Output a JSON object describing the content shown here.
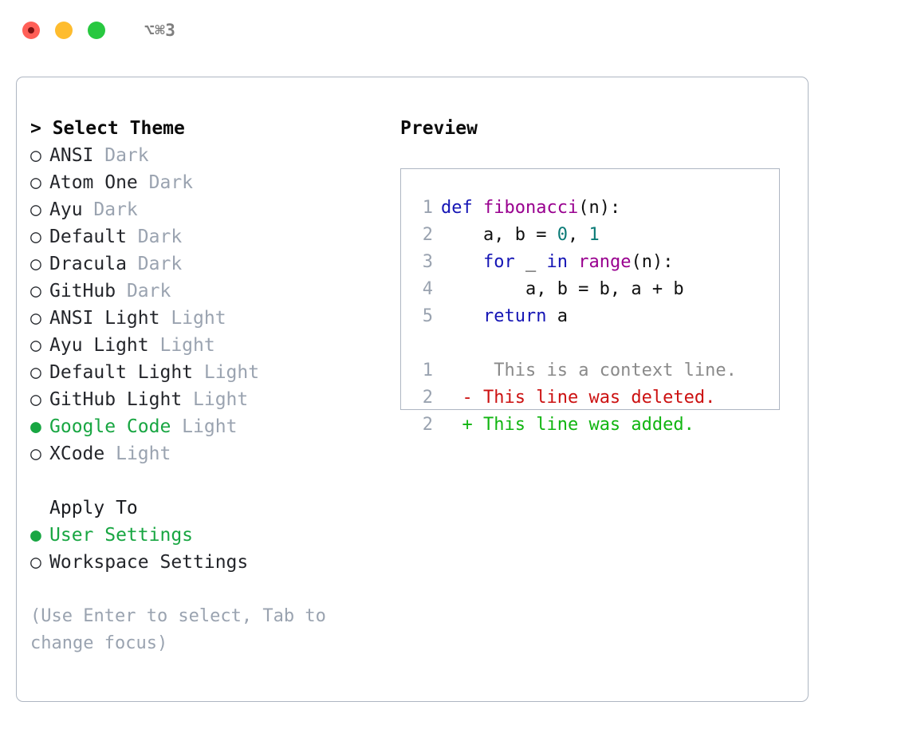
{
  "titlebar": {
    "shortcut": "⌥⌘3",
    "lights": [
      "close-red",
      "minimize-yellow",
      "maximize-green"
    ]
  },
  "theme_picker": {
    "header": "> Select Theme",
    "header_prefix": ">",
    "header_text": "Select Theme",
    "marker_selected": "●",
    "marker_unselected": "○",
    "items": [
      {
        "marker": "○",
        "name": "ANSI",
        "variant": "Dark",
        "selected": false
      },
      {
        "marker": "○",
        "name": "Atom One",
        "variant": "Dark",
        "selected": false
      },
      {
        "marker": "○",
        "name": "Ayu",
        "variant": "Dark",
        "selected": false
      },
      {
        "marker": "○",
        "name": "Default",
        "variant": "Dark",
        "selected": false
      },
      {
        "marker": "○",
        "name": "Dracula",
        "variant": "Dark",
        "selected": false
      },
      {
        "marker": "○",
        "name": "GitHub",
        "variant": "Dark",
        "selected": false
      },
      {
        "marker": "○",
        "name": "ANSI Light",
        "variant": "Light",
        "selected": false
      },
      {
        "marker": "○",
        "name": "Ayu Light",
        "variant": "Light",
        "selected": false
      },
      {
        "marker": "○",
        "name": "Default Light",
        "variant": "Light",
        "selected": false
      },
      {
        "marker": "○",
        "name": "GitHub Light",
        "variant": "Light",
        "selected": false
      },
      {
        "marker": "●",
        "name": "Google Code",
        "variant": "Light",
        "selected": true
      },
      {
        "marker": "○",
        "name": "XCode",
        "variant": "Light",
        "selected": false
      }
    ]
  },
  "apply_to": {
    "header": "Apply To",
    "items": [
      {
        "marker": "●",
        "name": "User Settings",
        "selected": true
      },
      {
        "marker": "○",
        "name": "Workspace Settings",
        "selected": false
      }
    ]
  },
  "hint": "(Use Enter to select, Tab to change focus)",
  "preview": {
    "title": "Preview",
    "code_lines": [
      {
        "n": "1",
        "tokens": [
          {
            "t": "def ",
            "c": "kw"
          },
          {
            "t": "fibonacci",
            "c": "fn"
          },
          {
            "t": "(n):",
            "c": "pl"
          }
        ]
      },
      {
        "n": "2",
        "tokens": [
          {
            "t": "    a, b = ",
            "c": "pl"
          },
          {
            "t": "0",
            "c": "num"
          },
          {
            "t": ", ",
            "c": "pl"
          },
          {
            "t": "1",
            "c": "num"
          }
        ]
      },
      {
        "n": "3",
        "tokens": [
          {
            "t": "    ",
            "c": "pl"
          },
          {
            "t": "for",
            "c": "kw"
          },
          {
            "t": " _ ",
            "c": "pl"
          },
          {
            "t": "in",
            "c": "kw"
          },
          {
            "t": " ",
            "c": "pl"
          },
          {
            "t": "range",
            "c": "fn"
          },
          {
            "t": "(n):",
            "c": "pl"
          }
        ]
      },
      {
        "n": "4",
        "tokens": [
          {
            "t": "        a, b = b, a + b",
            "c": "pl"
          }
        ]
      },
      {
        "n": "5",
        "tokens": [
          {
            "t": "    ",
            "c": "pl"
          },
          {
            "t": "return",
            "c": "kw"
          },
          {
            "t": " a",
            "c": "pl"
          }
        ]
      }
    ],
    "diff_lines": [
      {
        "n": "1",
        "sign": " ",
        "text": "  This is a context line.",
        "kind": "ctx"
      },
      {
        "n": "2",
        "sign": "-",
        "text": " This line was deleted.",
        "kind": "del"
      },
      {
        "n": "2",
        "sign": "+",
        "text": " This line was added.",
        "kind": "add"
      }
    ]
  },
  "colors": {
    "accent_green": "#18a642",
    "muted_gray": "#9aa3b0",
    "border": "#aeb6c2",
    "keyword_blue": "#1515b5",
    "function_magenta": "#99008f",
    "number_teal": "#0b7b77",
    "diff_delete_red": "#cc1111",
    "diff_add_green": "#11b511",
    "light_red": "#ff5f57",
    "light_yellow": "#febc2e",
    "light_green": "#28c840"
  }
}
